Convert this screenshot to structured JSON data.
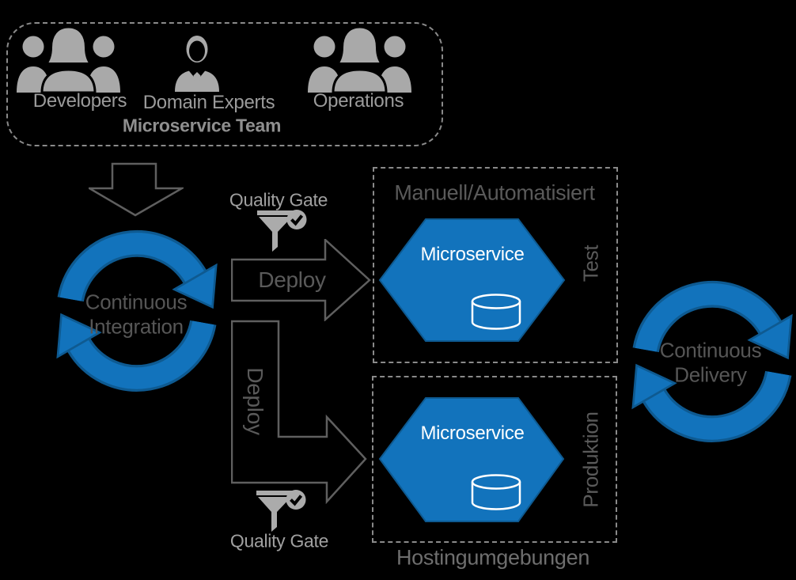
{
  "colors": {
    "background": "#000000",
    "accent_blue": "#1273BC",
    "accent_blue_dark": "#0E5A91",
    "icon_gray": "#A9A9A9",
    "outline_gray": "#5F5F5F",
    "dash_gray": "#8A8A8A",
    "text_dark_gray": "#5A5A5A",
    "text_light_gray": "#9B9B9B",
    "white": "#FFFFFF"
  },
  "team": {
    "title": "Microservice Team",
    "members": [
      {
        "label": "Developers",
        "icon": "people-group-icon"
      },
      {
        "label": "Domain Experts",
        "icon": "person-suit-icon"
      },
      {
        "label": "Operations",
        "icon": "people-group-icon"
      }
    ]
  },
  "ci": {
    "line1": "Continuous",
    "line2": "Integration",
    "icon": "sync-arrows-icon"
  },
  "cd": {
    "line1": "Continuous",
    "line2": "Delivery",
    "icon": "sync-arrows-icon"
  },
  "flow": {
    "down_arrow_icon": "arrow-down-icon",
    "deploy_top": {
      "label": "Deploy"
    },
    "deploy_bottom": {
      "label": "Deploy"
    },
    "quality_gate_top": {
      "label": "Quality Gate",
      "icon": "funnel-check-icon"
    },
    "quality_gate_bottom": {
      "label": "Quality Gate",
      "icon": "funnel-check-icon"
    }
  },
  "environments": {
    "hosting_label": "Hostingumgebungen",
    "test": {
      "title": "Manuell/Automatisiert",
      "side_label": "Test",
      "service_label": "Microservice",
      "icon": "hexagon-database-icon"
    },
    "production": {
      "side_label": "Produktion",
      "service_label": "Microservice",
      "icon": "hexagon-database-icon"
    }
  }
}
